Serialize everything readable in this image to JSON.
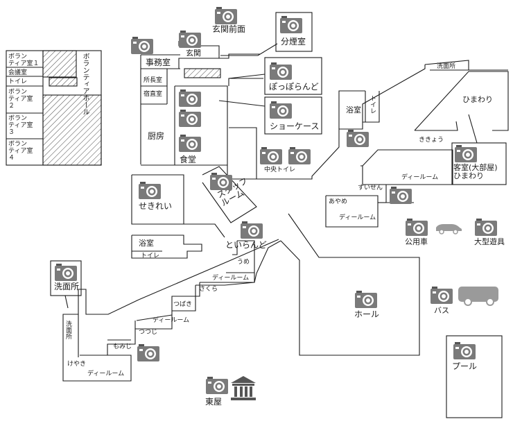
{
  "key_map": {
    "rooms": [
      "ボラン\nティア室１",
      "会議室",
      "トイレ",
      "ボラン\nティア室\n２",
      "ボラン\nティア室\n３",
      "ボラン\nティア室\n４"
    ],
    "hall": "ボランティアホール"
  },
  "labels": {
    "genkan_zenmen": "玄関前面",
    "genkan": "玄関",
    "jimushitsu": "事務室",
    "bunenshitsu": "分煙室",
    "shochoshitsu": "所長室",
    "shukuchokushitsu": "宿直室",
    "popporando": "ぽっぽらんど",
    "chubo": "厨房",
    "shokudo": "食堂",
    "showcase": "ショーケース",
    "yokushitsu_e": "浴室",
    "toilet_e": "トイレ",
    "senmenjo_e": "洗面所",
    "himawari": "ひまわり",
    "kikyo": "ききょう",
    "chuo_toilet": "中央トイレ",
    "kyakushitsu": "客室(大部屋)\nひまわり",
    "day_room_1": "ディールーム",
    "suisen": "すいせん",
    "ayame": "あやめ",
    "day_room_2": "ディールーム",
    "seirei": "せきれい",
    "staff_room": "スタッフ\nルーム",
    "torando": "といらんど",
    "koyosha": "公用車",
    "ogata_yugu": "大型遊具",
    "yokushitsu_w": "浴室",
    "toilet_w": "トイレ",
    "ume": "うめ",
    "day_room_3": "ディールーム",
    "sakura": "さくら",
    "senmenjo_w": "洗面所",
    "tsubaki": "つばき",
    "hall_main": "ホール",
    "bus": "バス",
    "day_room_4": "ディールーム",
    "tsutsuji": "つつじ",
    "senmenjo_corridor": "洗面所",
    "momiji": "もみじ",
    "keyaki": "けやき",
    "day_room_5": "ディールーム",
    "pool": "プール",
    "azumaya": "東屋"
  },
  "colors": {
    "line": "#1a1a1a",
    "camera_body": "#7a7a7a",
    "camera_lens": "#ffffff",
    "vehicle": "#9a9a9a",
    "icon_dark": "#555555"
  },
  "icons": [
    "camera-icon",
    "car-icon",
    "bus-icon",
    "pavilion-icon"
  ]
}
